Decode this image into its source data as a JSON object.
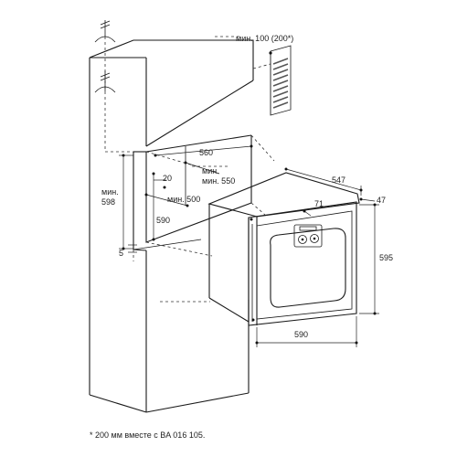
{
  "diagram": {
    "labels": {
      "vent_gap": "мин. 100 (200*)",
      "niche_width": "560",
      "niche_depth": "мин. 550",
      "offset_20": "20",
      "niche_depth_500": "мин. 500",
      "niche_height_label": "мин.",
      "niche_height_value": "598",
      "opening_width": "590",
      "gap_5": "5",
      "appliance_depth": "547",
      "front_projection": "47",
      "control_offset": "71",
      "appliance_height": "595",
      "appliance_width": "590"
    },
    "footnote": "* 200 мм вместе с BA 016 105."
  }
}
